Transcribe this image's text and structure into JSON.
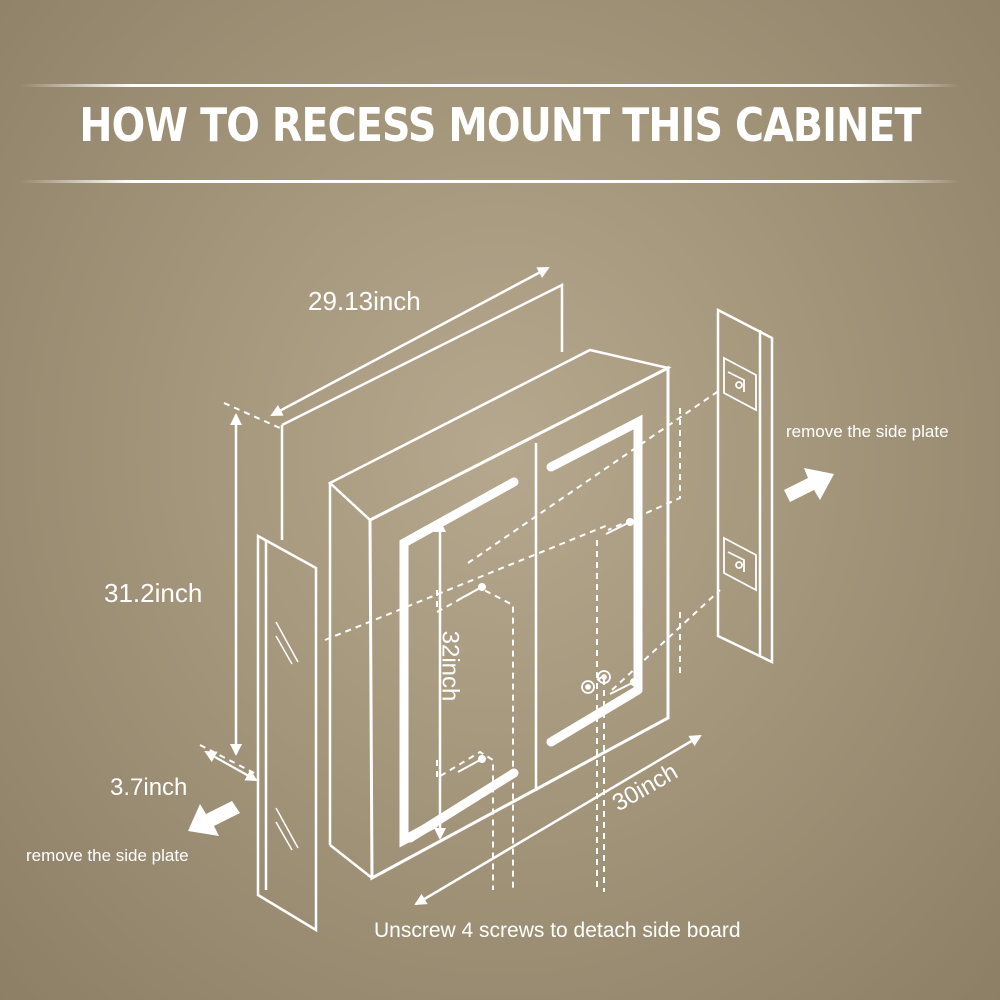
{
  "title": "HOW TO RECESS MOUNT THIS CABINET",
  "dimensions": {
    "width": "29.13inch",
    "height": "31.2inch",
    "depth": "3.7inch",
    "frame_height": "32inch",
    "frame_width": "30inch"
  },
  "notes": {
    "right_side": "remove the side plate",
    "left_side": "remove the side plate",
    "screws": "Unscrew 4 screws to detach side board"
  },
  "colors": {
    "background": "#a4967b",
    "line": "#ffffff"
  },
  "icons": [
    "arrow-right-icon",
    "arrow-left-icon",
    "screw-icon",
    "mount-bracket-icon",
    "touch-button-icon"
  ]
}
